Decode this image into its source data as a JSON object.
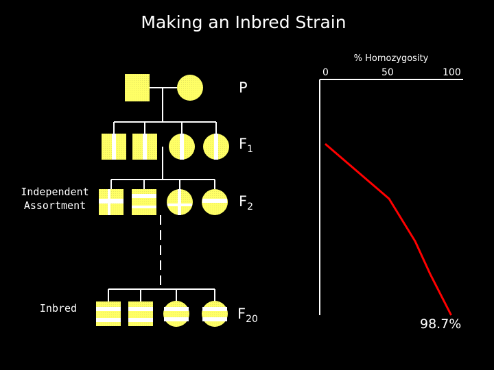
{
  "title": "Making an Inbred Strain",
  "axis": {
    "title": "% Homozygosity",
    "ticks": [
      "0",
      "50",
      "100"
    ]
  },
  "side_labels": {
    "independent_line1": "Independent",
    "independent_line2": "Assortment",
    "inbred": "Inbred"
  },
  "generations": [
    {
      "label": "P",
      "sub": ""
    },
    {
      "label": "F",
      "sub": "1"
    },
    {
      "label": "F",
      "sub": "2"
    },
    {
      "label": "F",
      "sub": "20"
    }
  ],
  "final_value_label": "98.7%",
  "homozygosity_curve": {
    "axis_range": [
      0,
      100
    ],
    "points": [
      {
        "generation": "F1",
        "percent_homozygosity": 0
      },
      {
        "generation": "F2",
        "percent_homozygosity": 50
      },
      {
        "generation": "F20",
        "percent_homozygosity": 98.7
      }
    ]
  },
  "colors": {
    "background": "#000000",
    "text": "#ffffff",
    "symbol_fill": "#ffff66",
    "symbol_stripe": "#ffffff",
    "tree_line": "#ffffff",
    "curve": "#ff0000"
  }
}
